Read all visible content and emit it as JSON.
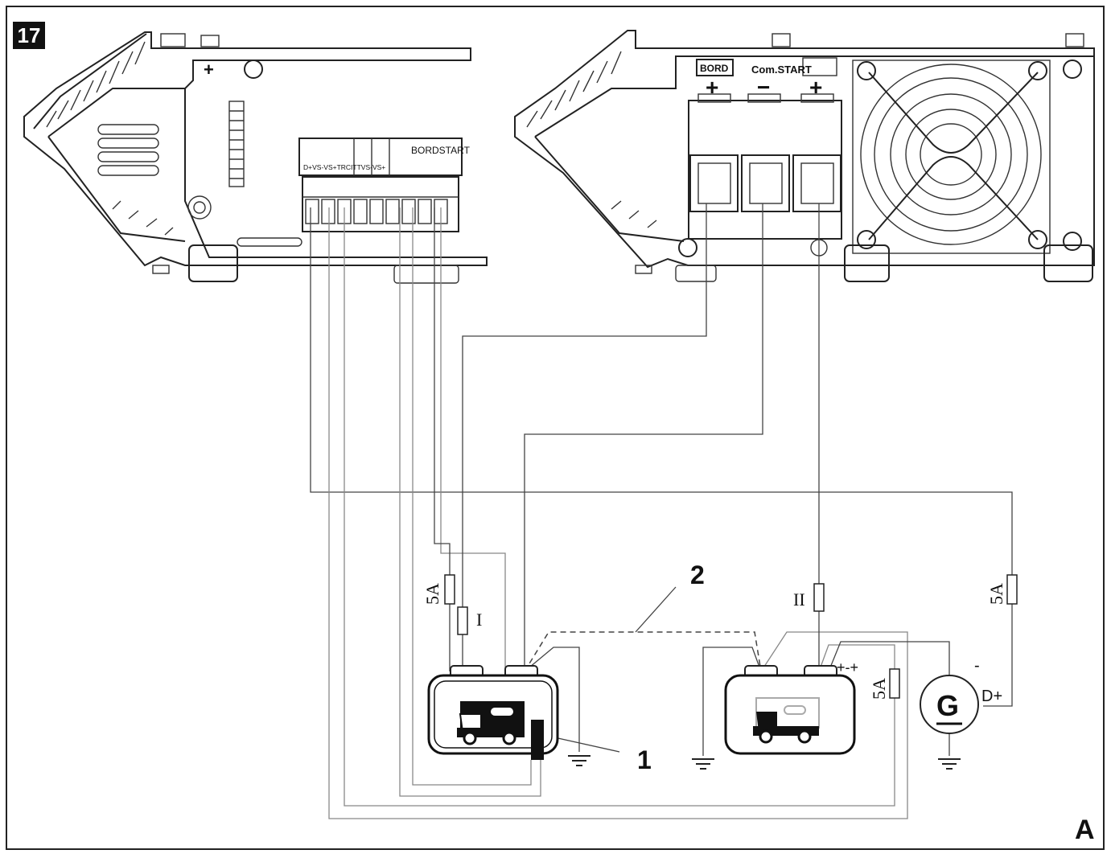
{
  "figure_number": "17",
  "panel_letter": "A",
  "left_unit": {
    "plus_sign": "+",
    "terminal_header": "BORDSTART",
    "terminal_labels": "D+VS-VS+TRCITTVS-VS+"
  },
  "right_unit": {
    "bord_label": "BORD",
    "start_label": "Com.START",
    "polarity": [
      "+",
      "−",
      "+"
    ]
  },
  "fuses": {
    "left": "5A",
    "roman_one": "I",
    "roman_two": "II",
    "right": "5A",
    "mid": "5A"
  },
  "callouts": {
    "one": "1",
    "two": "2"
  },
  "battery_two_terminals": "+-+",
  "generator": {
    "symbol": "G",
    "minus": "-",
    "dplus": "D+"
  }
}
